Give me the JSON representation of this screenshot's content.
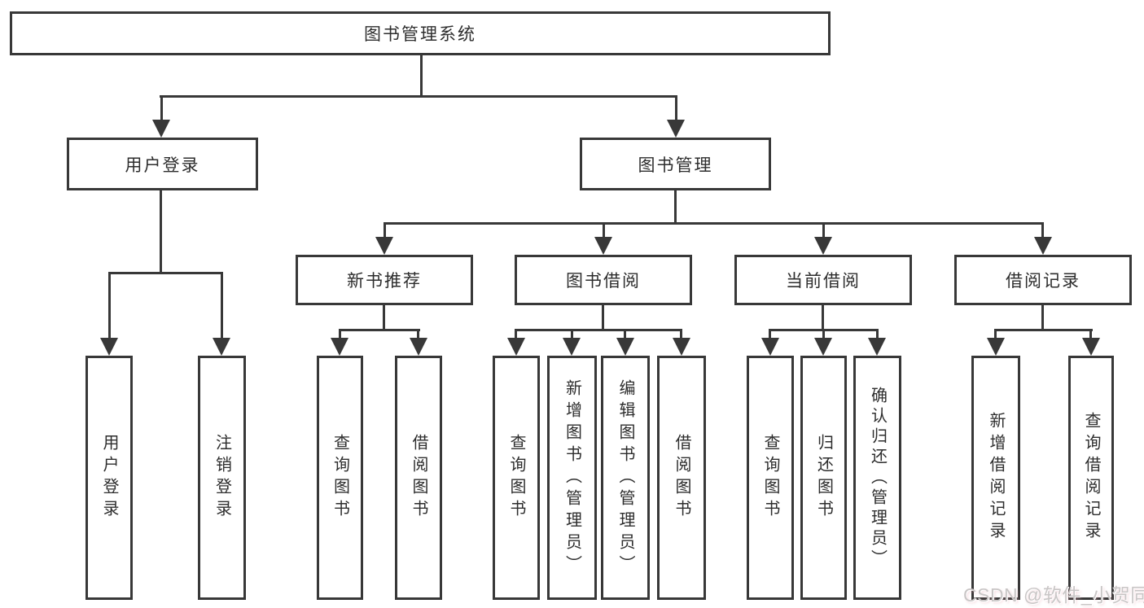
{
  "diagram": {
    "root": {
      "label": "图书管理系统"
    },
    "level2": [
      {
        "label": "用户登录"
      },
      {
        "label": "图书管理"
      }
    ],
    "level3": [
      {
        "label": "新书推荐"
      },
      {
        "label": "图书借阅"
      },
      {
        "label": "当前借阅"
      },
      {
        "label": "借阅记录"
      }
    ],
    "leaves": [
      {
        "label": "用户登录",
        "parent": "用户登录"
      },
      {
        "label": "注销登录",
        "parent": "用户登录"
      },
      {
        "label": "查询图书",
        "parent": "新书推荐"
      },
      {
        "label": "借阅图书",
        "parent": "新书推荐"
      },
      {
        "label": "查询图书",
        "parent": "图书借阅"
      },
      {
        "label": "新增图书（管理员）",
        "parent": "图书借阅"
      },
      {
        "label": "编辑图书（管理员）",
        "parent": "图书借阅"
      },
      {
        "label": "借阅图书",
        "parent": "图书借阅"
      },
      {
        "label": "查询图书",
        "parent": "当前借阅"
      },
      {
        "label": "归还图书",
        "parent": "当前借阅"
      },
      {
        "label": "确认归还（管理员）",
        "parent": "当前借阅"
      },
      {
        "label": "新增借阅记录",
        "parent": "借阅记录"
      },
      {
        "label": "查询借阅记录",
        "parent": "借阅记录"
      }
    ],
    "watermark": "CSDN @软件_小贺同学",
    "colors": {
      "line": "#383838",
      "text": "#2d2d2d",
      "background": "#ffffff",
      "watermark": "#c9c6c6"
    }
  }
}
